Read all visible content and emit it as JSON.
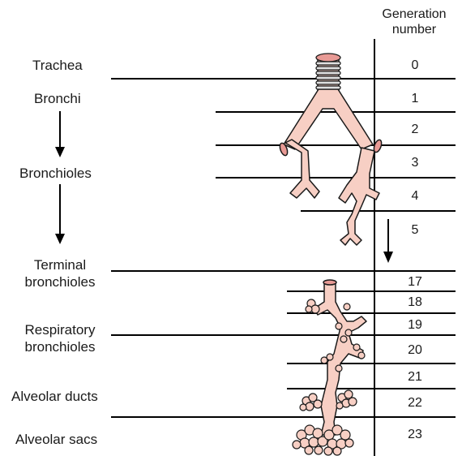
{
  "header": {
    "title_line1": "Generation",
    "title_line2": "number"
  },
  "regions": {
    "trachea": "Trachea",
    "bronchi": "Bronchi",
    "bronchioles": "Bronchioles",
    "terminal_l1": "Terminal",
    "terminal_l2": "bronchioles",
    "respiratory_l1": "Respiratory",
    "respiratory_l2": "bronchioles",
    "alveolar_ducts": "Alveolar ducts",
    "alveolar_sacs": "Alveolar sacs"
  },
  "generations": [
    "0",
    "1",
    "2",
    "3",
    "4",
    "5",
    "17",
    "18",
    "19",
    "20",
    "21",
    "22",
    "23"
  ],
  "colors": {
    "airway_fill": "#f7cfc4",
    "airway_cut": "#e89a95",
    "trachea_ring": "#e0e0e0",
    "line": "#000000"
  }
}
